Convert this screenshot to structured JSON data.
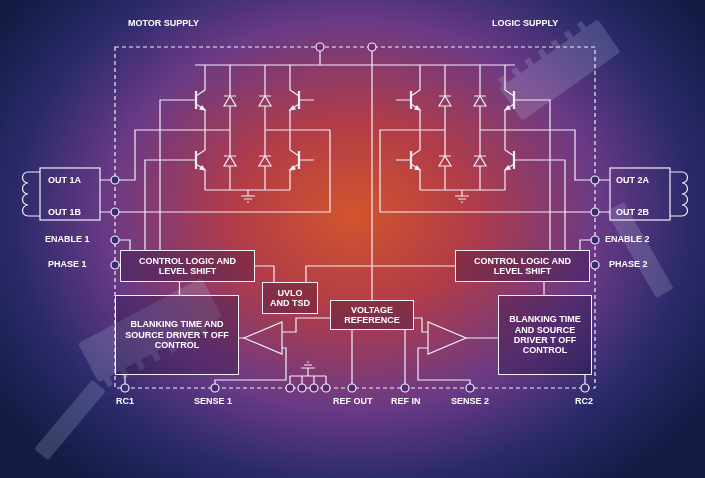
{
  "diagram": {
    "nodes": [
      {
        "text": [
          "CONTROL LOGIC AND LEVEL SHIFT"
        ]
      },
      {
        "text": [
          "CONTROL LOGIC AND LEVEL SHIFT"
        ]
      },
      {
        "text": [
          "BLANKING TIME AND SOURCE DRIVER T OFF CONTROL"
        ]
      },
      {
        "text": [
          "UVLO AND TSD"
        ]
      },
      {
        "text": [
          "VOLTAGE REFERENCE"
        ]
      },
      {
        "text": [
          "BLANKING TIME AND SOURCE DRIVER T OFF CONTROL"
        ]
      }
    ],
    "edges": [
      {
        "from": 2,
        "to": 0,
        "arrow": "none"
      },
      {
        "from": 5,
        "to": 1,
        "arrow": "none"
      },
      {
        "from": 3,
        "to": 0,
        "arrow": "none"
      },
      {
        "from": 3,
        "to": 1,
        "arrow": "none"
      }
    ],
    "labels": [
      "MOTOR SUPPLY",
      "LOGIC SUPPLY",
      "OUT 1A",
      "OUT 1B",
      "ENABLE 1",
      "PHASE 1",
      "OUT 2A",
      "OUT 2B",
      "ENABLE 2",
      "PHASE 2",
      "RC1",
      "SENSE 1",
      "REF OUT",
      "REF IN",
      "SENSE 2",
      "RC2"
    ]
  }
}
